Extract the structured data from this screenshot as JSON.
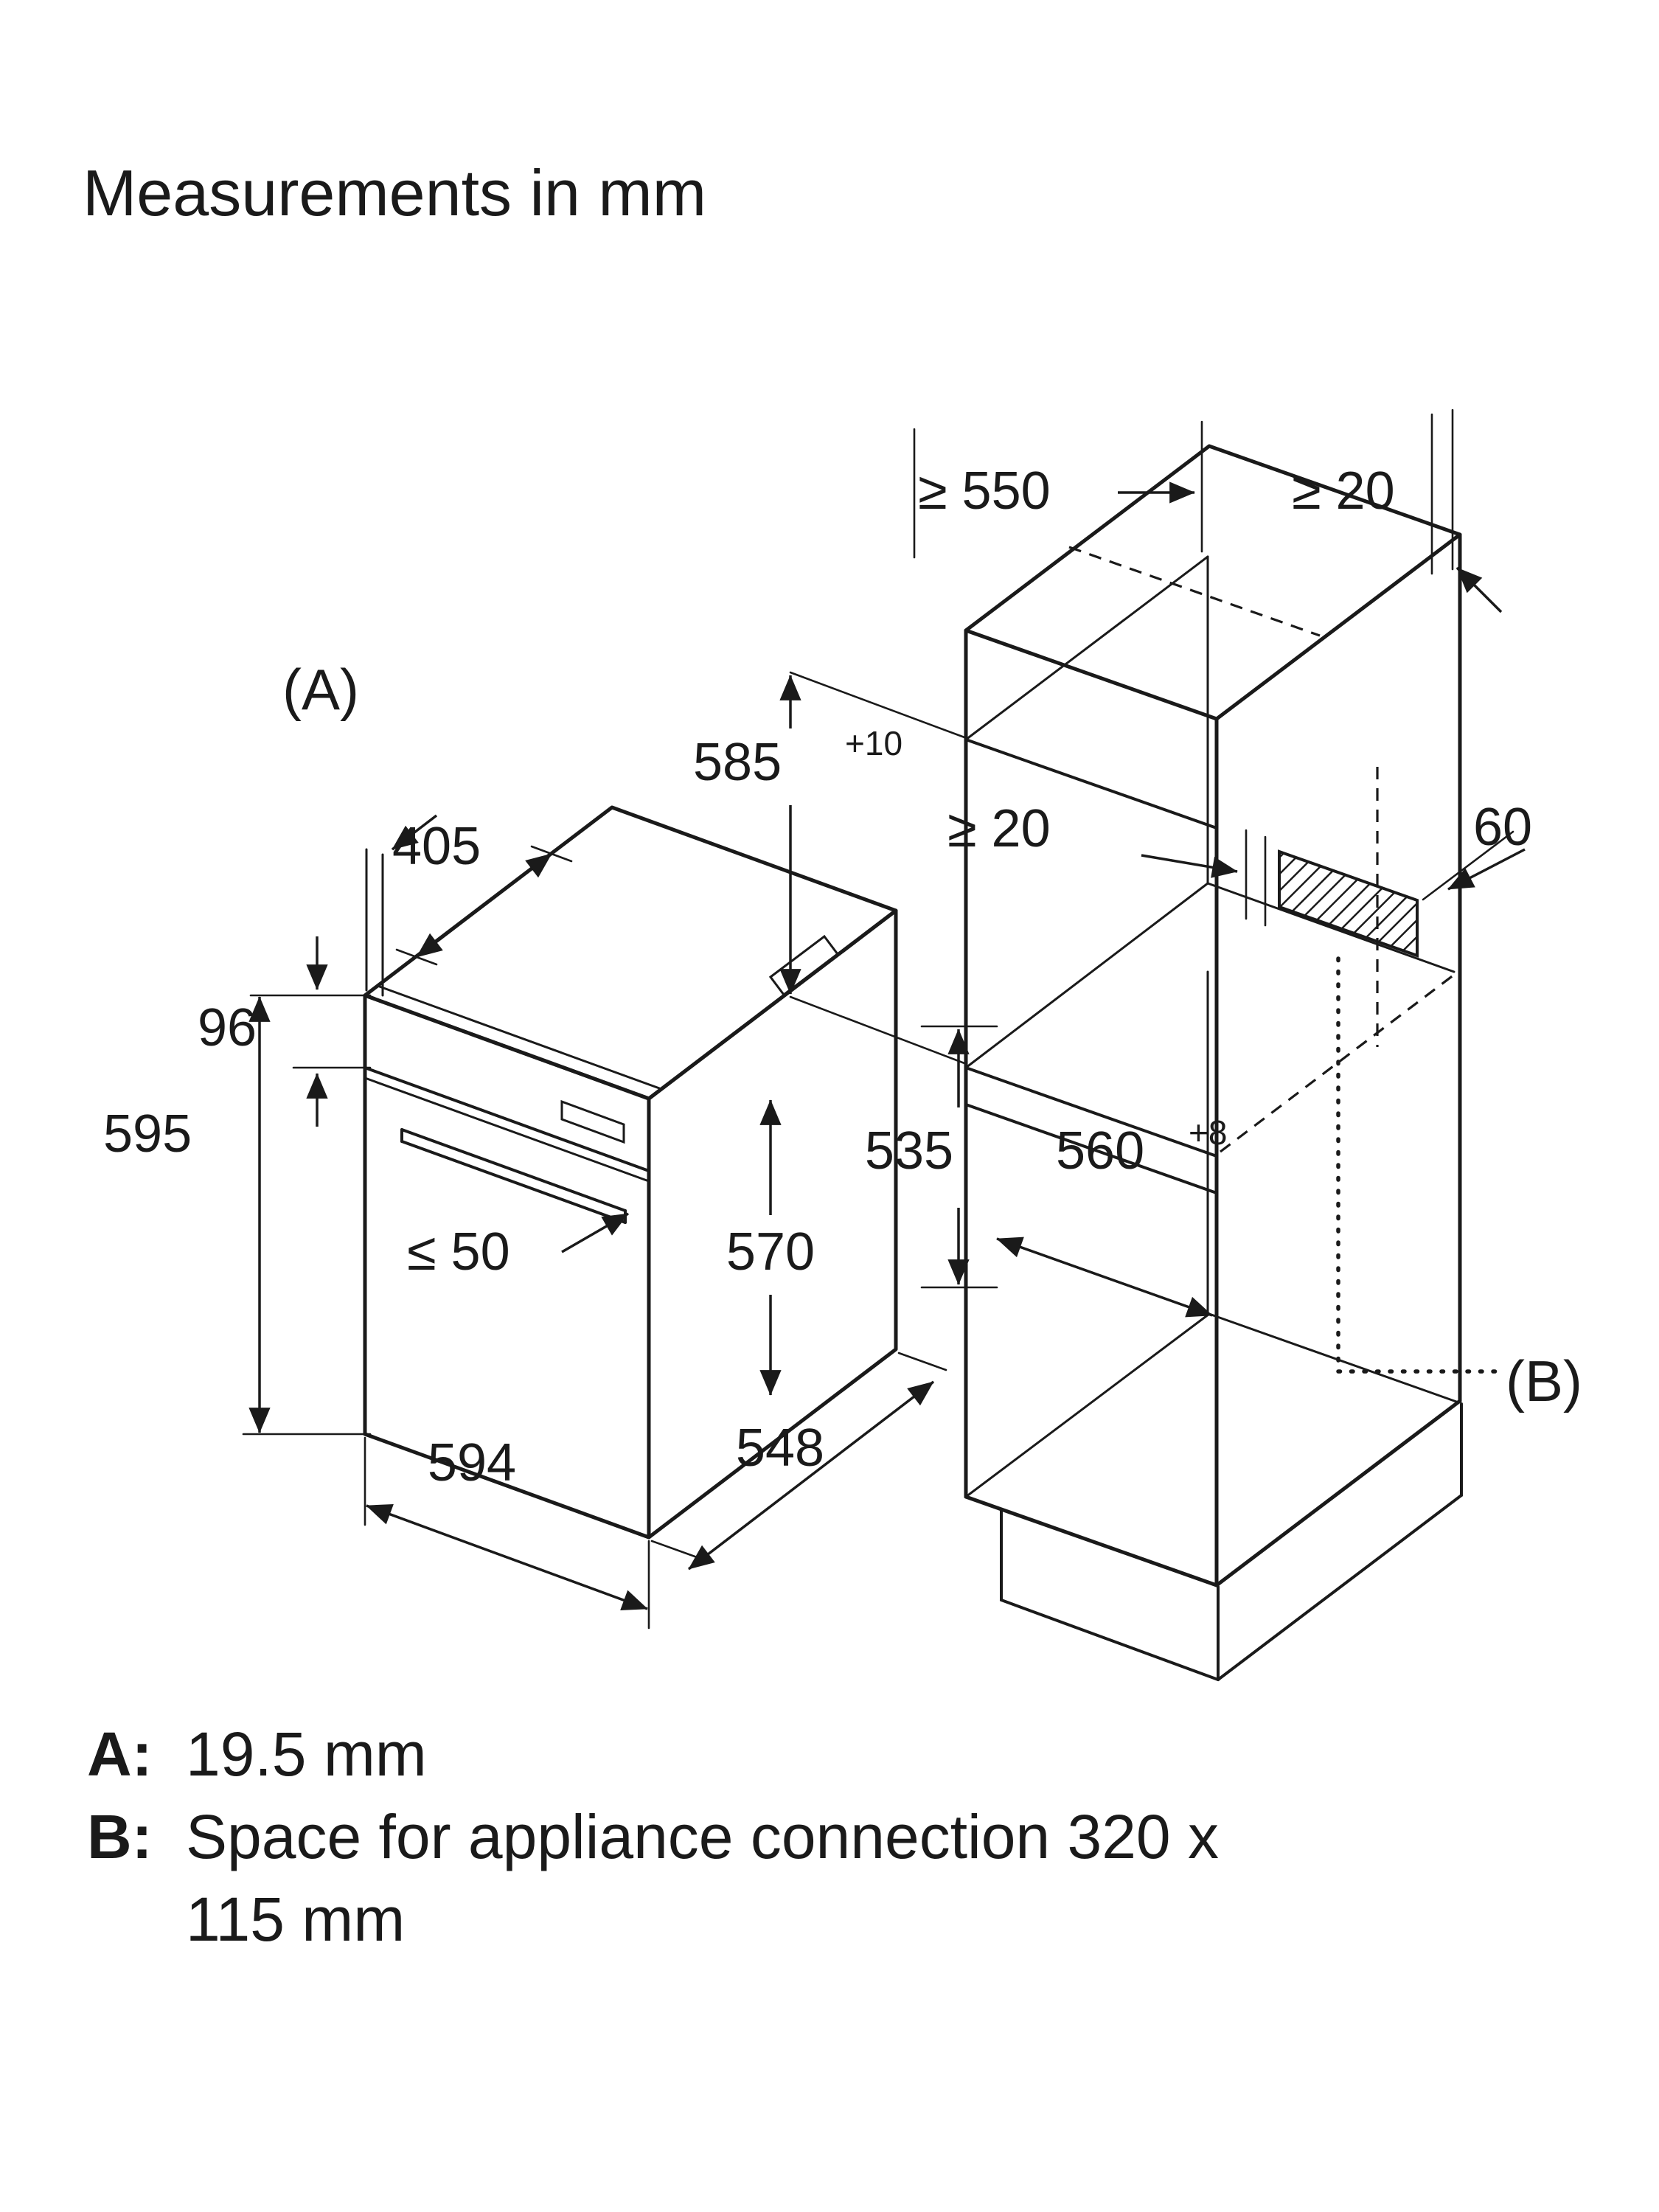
{
  "title": "Measurements in mm",
  "dimensions": {
    "cabinet_depth": "≥ 550",
    "top_clearance": "≥ 20",
    "label_a": "(A)",
    "niche_height": "585",
    "niche_height_tolerance": "+10",
    "oven_top_depth": "405",
    "rear_clearance": "≥ 20",
    "connection_depth": "60",
    "control_panel_height": "96",
    "oven_height": "595",
    "cavity_height": "535",
    "handle_clearance": "≤ 50",
    "door_depth": "570",
    "niche_width": "560",
    "niche_width_tolerance": "+8",
    "label_b": "(B)",
    "oven_width": "594",
    "oven_depth": "548"
  },
  "legend": {
    "items": [
      {
        "prefix": "A:",
        "text": "19.5 mm",
        "text2": ""
      },
      {
        "prefix": "B:",
        "text": "Space for appliance connection 320 x",
        "text2": "115 mm"
      }
    ]
  }
}
